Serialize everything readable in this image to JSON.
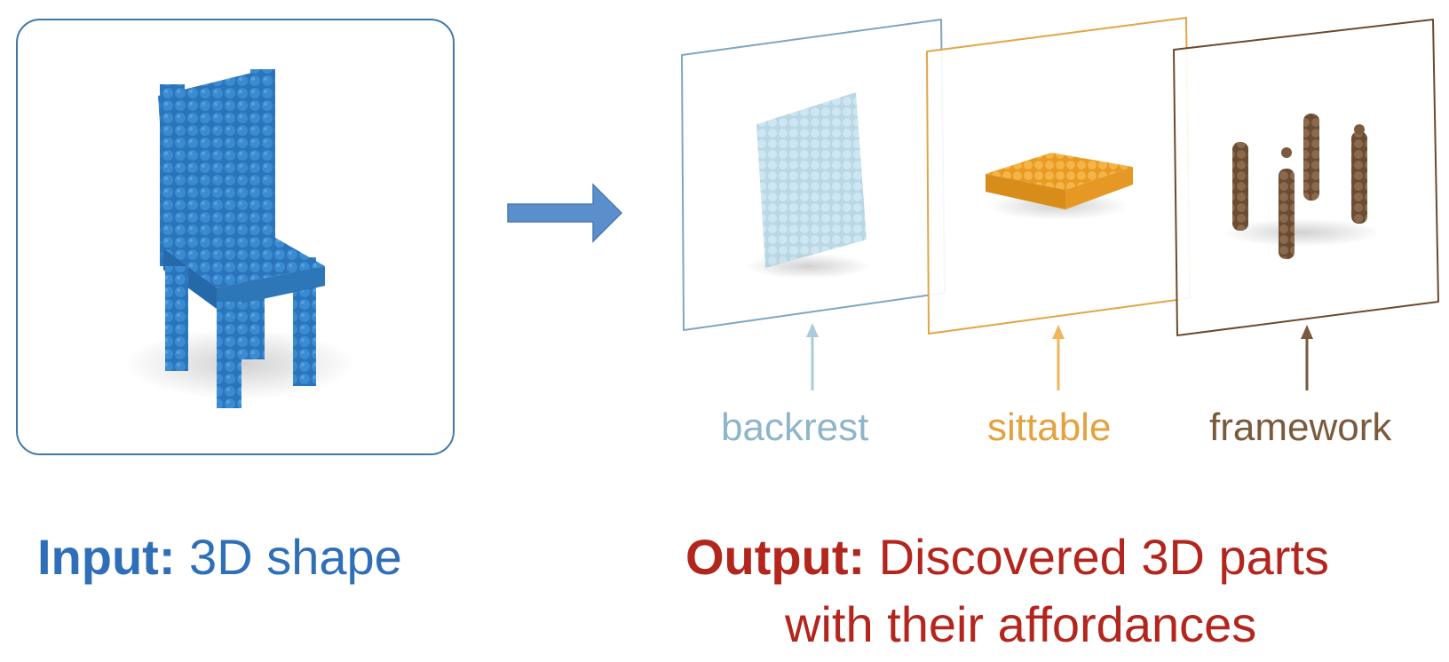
{
  "input": {
    "label_bold": "Input:",
    "label_text": " 3D shape",
    "color": "#2f6fb8",
    "shape_color": "#2b79c2"
  },
  "output": {
    "label_bold": "Output:",
    "label_line1": " Discovered 3D parts",
    "label_line2": "with their affordances",
    "color": "#b3261e"
  },
  "arrow": {
    "color": "#5b8fcb"
  },
  "parts": [
    {
      "name": "backrest",
      "color": "#8fb5c9",
      "frame_color": "#7ea6c0",
      "part_color": "#a9d0e2"
    },
    {
      "name": "sittable",
      "color": "#e4a23f",
      "frame_color": "#e3a447",
      "part_color": "#f0a935"
    },
    {
      "name": "framework",
      "color": "#7a5a3c",
      "frame_color": "#6b4a2e",
      "part_color": "#7b5b3f"
    }
  ]
}
